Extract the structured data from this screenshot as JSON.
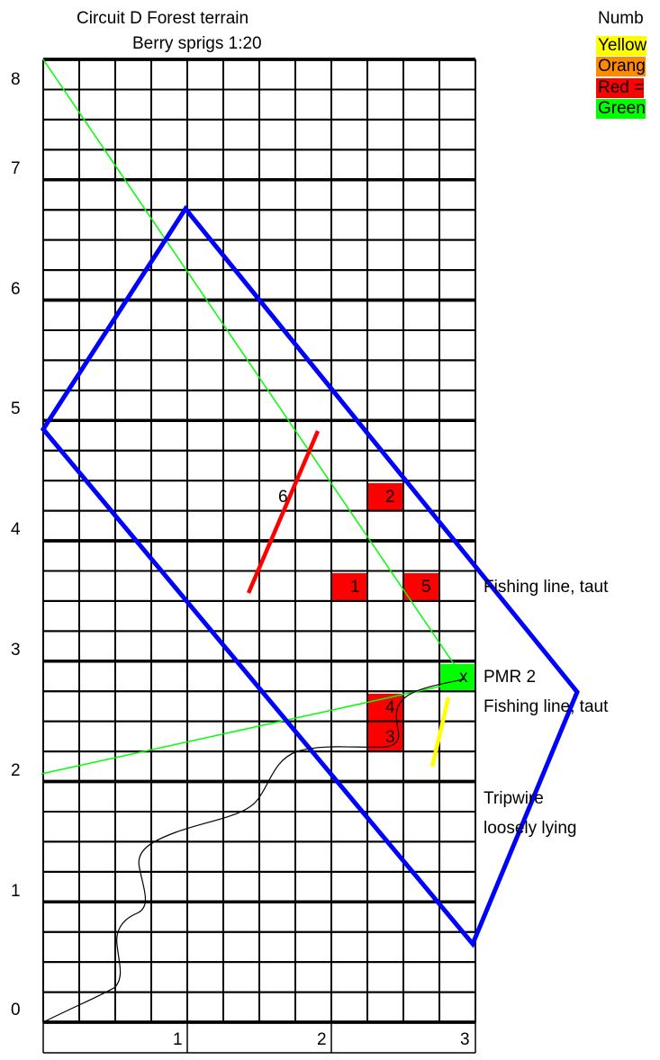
{
  "header": {
    "title": "Circuit D Forest terrain",
    "subtitle": "Berry sprigs 1:20"
  },
  "legend": {
    "heading": "Numb",
    "items": [
      {
        "label": "Yellow",
        "color": "#ffff00"
      },
      {
        "label": "Orang",
        "color": "#ff8c00"
      },
      {
        "label": "Red =",
        "color": "#ff0000"
      },
      {
        "label": "Green",
        "color": "#00ff00"
      }
    ]
  },
  "y_axis_labels": [
    "0",
    "1",
    "2",
    "3",
    "4",
    "5",
    "6",
    "7",
    "8"
  ],
  "x_axis_labels": [
    "1",
    "2",
    "3"
  ],
  "markers": [
    {
      "label": "1",
      "color": "#ff0000"
    },
    {
      "label": "2",
      "color": "#ff0000"
    },
    {
      "label": "3",
      "color": "#ff0000"
    },
    {
      "label": "4",
      "color": "#ff0000"
    },
    {
      "label": "5",
      "color": "#ff0000"
    },
    {
      "label": "x",
      "color": "#00ff00"
    }
  ],
  "line_labels": {
    "six": "6"
  },
  "annotations": {
    "fishing_line_1": "Fishing line, taut",
    "pmr": "PMR 2",
    "fishing_line_2": "Fishing line, taut",
    "tripwire_1": "Tripwire",
    "tripwire_2": "loosely lying"
  },
  "colors": {
    "boundary": "#0000ff",
    "sightline": "#00ff00",
    "red_line": "#ff0000",
    "yellow_line": "#ffff00",
    "grid": "#000000"
  }
}
